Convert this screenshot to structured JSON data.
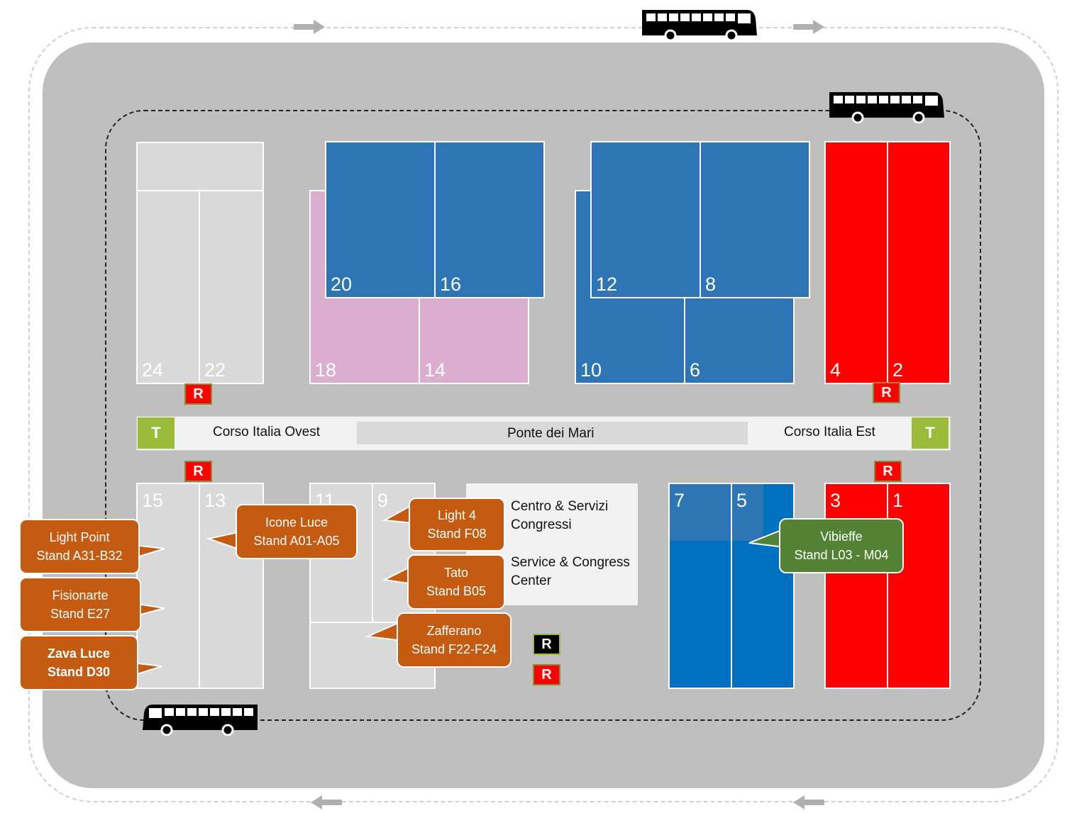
{
  "halls": {
    "h24": "24",
    "h22": "22",
    "h20": "20",
    "h16": "16",
    "h18": "18",
    "h14": "14",
    "h12": "12",
    "h8": "8",
    "h10": "10",
    "h6": "6",
    "h4": "4",
    "h2": "2",
    "h15": "15",
    "h13": "13",
    "h11": "11",
    "h9": "9",
    "h7": "7",
    "h5": "5",
    "h3": "3",
    "h1": "1"
  },
  "roads": {
    "west": "Corso Italia Ovest",
    "bridge": "Ponte dei Mari",
    "east": "Corso Italia Est"
  },
  "markers": {
    "taxi": "T",
    "restaurant": "R"
  },
  "center": {
    "it_line1": "Centro & Servizi",
    "it_line2": "Congressi",
    "en_line1": "Service & Congress",
    "en_line2": "Center"
  },
  "exhibitors": [
    {
      "name": "Light Point",
      "stand": "Stand A31-B32"
    },
    {
      "name": "Fisionarte",
      "stand": "Stand E27"
    },
    {
      "name": "Zava Luce",
      "stand": "Stand D30"
    },
    {
      "name": "Icone Luce",
      "stand": "Stand A01-A05"
    },
    {
      "name": "Light 4",
      "stand": "Stand F08"
    },
    {
      "name": "Tato",
      "stand": "Stand B05"
    },
    {
      "name": "Zafferano",
      "stand": "Stand F22-F24"
    },
    {
      "name": "Vibieffe",
      "stand": "Stand L03 - M04"
    }
  ],
  "colors": {
    "ground": "#bfbfbf",
    "grey_hall": "#d9d9d9",
    "pink_hall": "#dbaed0",
    "blue_hall": "#2e75b6",
    "red_hall": "#ff0000",
    "callout": "#c55a11",
    "callout_highlight": "#548235",
    "taxi": "#9bbb3a"
  },
  "icons": [
    "bus-icon",
    "route-arrow-icon",
    "taxi-marker",
    "restaurant-marker"
  ]
}
